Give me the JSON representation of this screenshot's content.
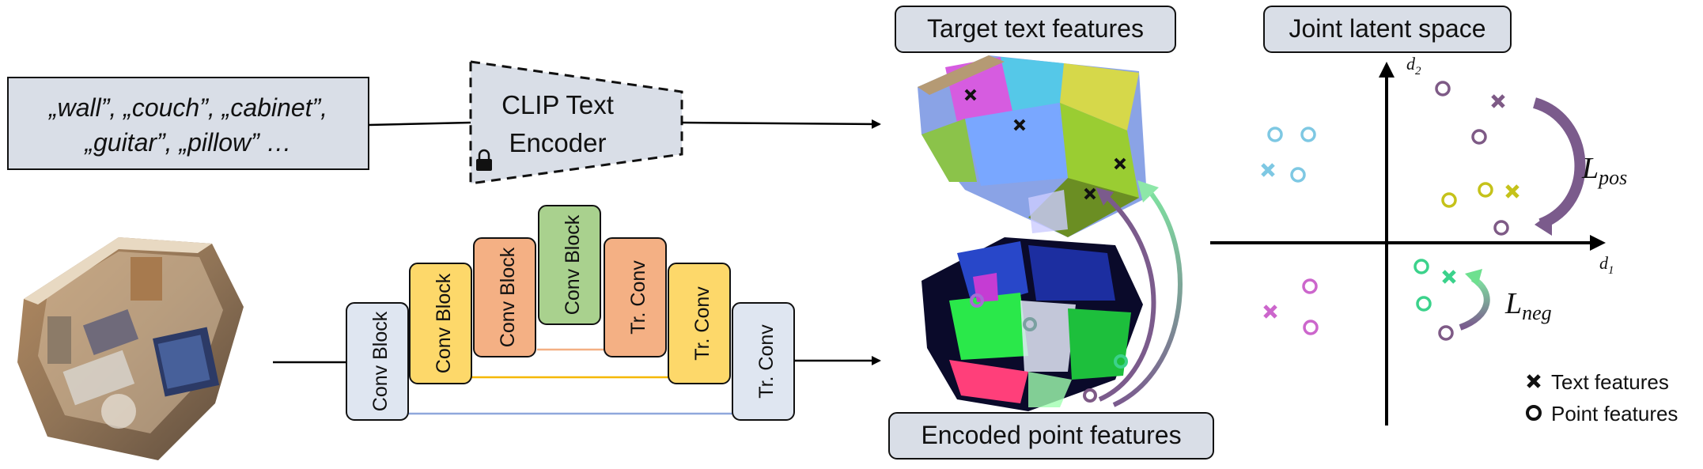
{
  "input_words": {
    "line1": "„wall”, „couch”, „cabinet”,",
    "line2": "„guitar”,  „pillow” …"
  },
  "clip_encoder": {
    "line1": "CLIP Text",
    "line2": "Encoder",
    "lock_icon": "lock-icon"
  },
  "unet_blocks": [
    {
      "label": "Conv Block",
      "color": "#dfe6f1"
    },
    {
      "label": "Conv Block",
      "color": "#fdd86a"
    },
    {
      "label": "Conv Block",
      "color": "#f4b084"
    },
    {
      "label": "Conv Block",
      "color": "#a9d18e"
    },
    {
      "label": "Tr. Conv",
      "color": "#f4b084"
    },
    {
      "label": "Tr. Conv",
      "color": "#fdd86a"
    },
    {
      "label": "Tr. Conv",
      "color": "#dfe6f1"
    }
  ],
  "skip_colors": [
    "#f4b084",
    "#f5b800",
    "#8fa8dc"
  ],
  "target_text_features": "Target text features",
  "encoded_point_features": "Encoded point features",
  "latent": {
    "title": "Joint latent space",
    "axis_x": "d",
    "axis_x_sub": "1",
    "axis_y": "d",
    "axis_y_sub": "2",
    "l_pos": "L",
    "l_pos_sub": "pos",
    "l_neg": "L",
    "l_neg_sub": "neg",
    "legend_text": "Text features",
    "legend_point": "Point features",
    "colors": {
      "cyan": "#7ec8e3",
      "purple": "#7e5a86",
      "olive": "#c5c21a",
      "magenta": "#cc66cc",
      "green": "#3bd28b",
      "pos_arrow": "#7b5b8c",
      "neg_arrow": "#6ee08f"
    }
  }
}
